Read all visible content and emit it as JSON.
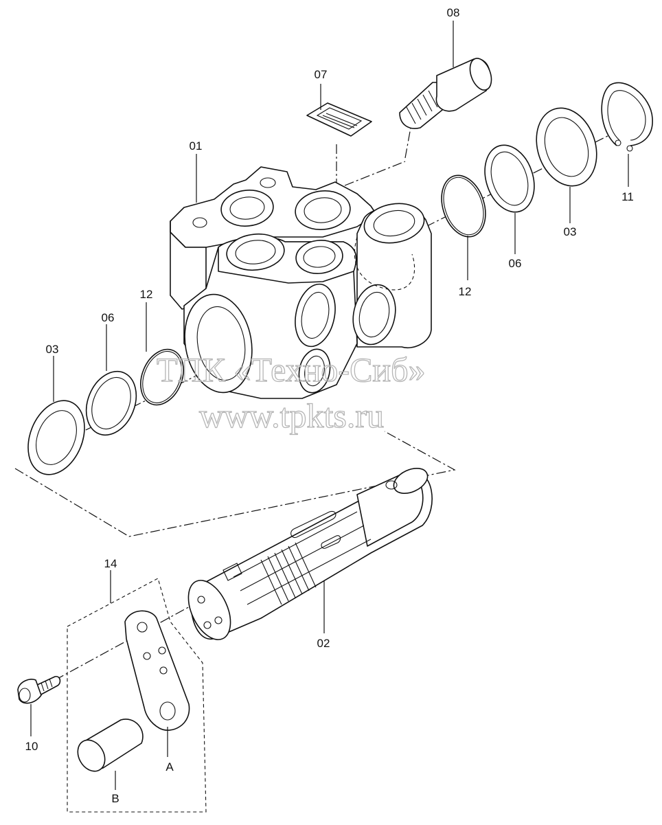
{
  "labels": {
    "p08": "08",
    "p07": "07",
    "p01": "01",
    "p12_right": "12",
    "p06_right": "06",
    "p03_right": "03",
    "p11": "11",
    "p12_left": "12",
    "p06_left": "06",
    "p03_left": "03",
    "p14": "14",
    "p02": "02",
    "p10": "10",
    "pA": "A",
    "pB": "B"
  },
  "watermark": {
    "line1": "ТПК «Техно-Сиб»",
    "line2": "www.tpkts.ru"
  }
}
